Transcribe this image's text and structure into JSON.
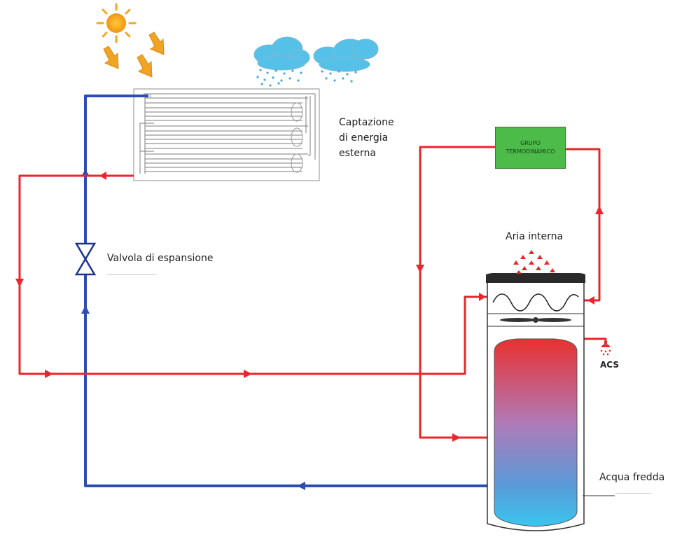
{
  "labels": {
    "collector_line1": "Captazione",
    "collector_line2": "di energia",
    "collector_line3": "esterna",
    "valve": "Valvola di espansione",
    "indoor_air": "Aria interna",
    "dhw": "ACS",
    "cold_water": "Acqua fredda"
  },
  "unit": {
    "line1": "GRUPO",
    "line2": "TERMODINÁMICO"
  },
  "colors": {
    "hot_line": "#e8262b",
    "cold_line": "#2c4db3",
    "unit_box": "#4dbb4a",
    "tank_top": "#e8312f",
    "tank_bottom": "#39c6ef",
    "sun": "#f6a623",
    "cloud": "#56c1e8"
  },
  "icons": {
    "sun": "sun-icon",
    "rain": "rain-cloud-icon",
    "valve": "expansion-valve-icon",
    "shower": "shower-icon",
    "fan": "fan-icon"
  }
}
